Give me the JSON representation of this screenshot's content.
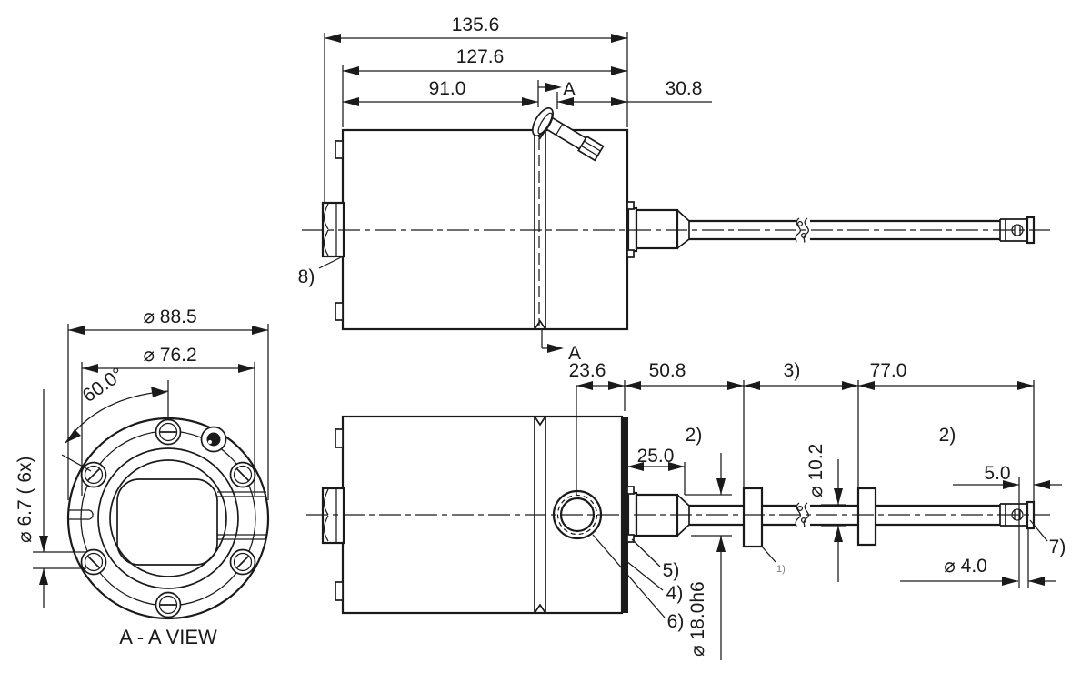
{
  "drawing": {
    "view_label": "A - A VIEW",
    "section_letter": "A",
    "dimensions": {
      "overall_length": "135.6",
      "body_length": "127.6",
      "front_length": "91.0",
      "vent_offset": "30.8",
      "flange_od": "⌀ 88.5",
      "bolt_circle_dia": "⌀ 76.2",
      "hole_spacing_angle": "60.0°",
      "mount_hole_dia": "⌀ 6.7 ( 6x)",
      "port_to_face": "23.6",
      "mid_length": "50.8",
      "rod_length": "77.0",
      "bushing_length": "25.0",
      "rod_dia": "⌀ 10.2",
      "bushing_dia": "⌀ 18.0h6",
      "tip_length": "5.0",
      "tip_dia": "⌀ 4.0"
    },
    "notes": {
      "n1": "1)",
      "n2": "2)",
      "n3": "3)",
      "n4": "4)",
      "n5": "5)",
      "n6": "6)",
      "n7": "7)",
      "n8": "8)"
    }
  }
}
